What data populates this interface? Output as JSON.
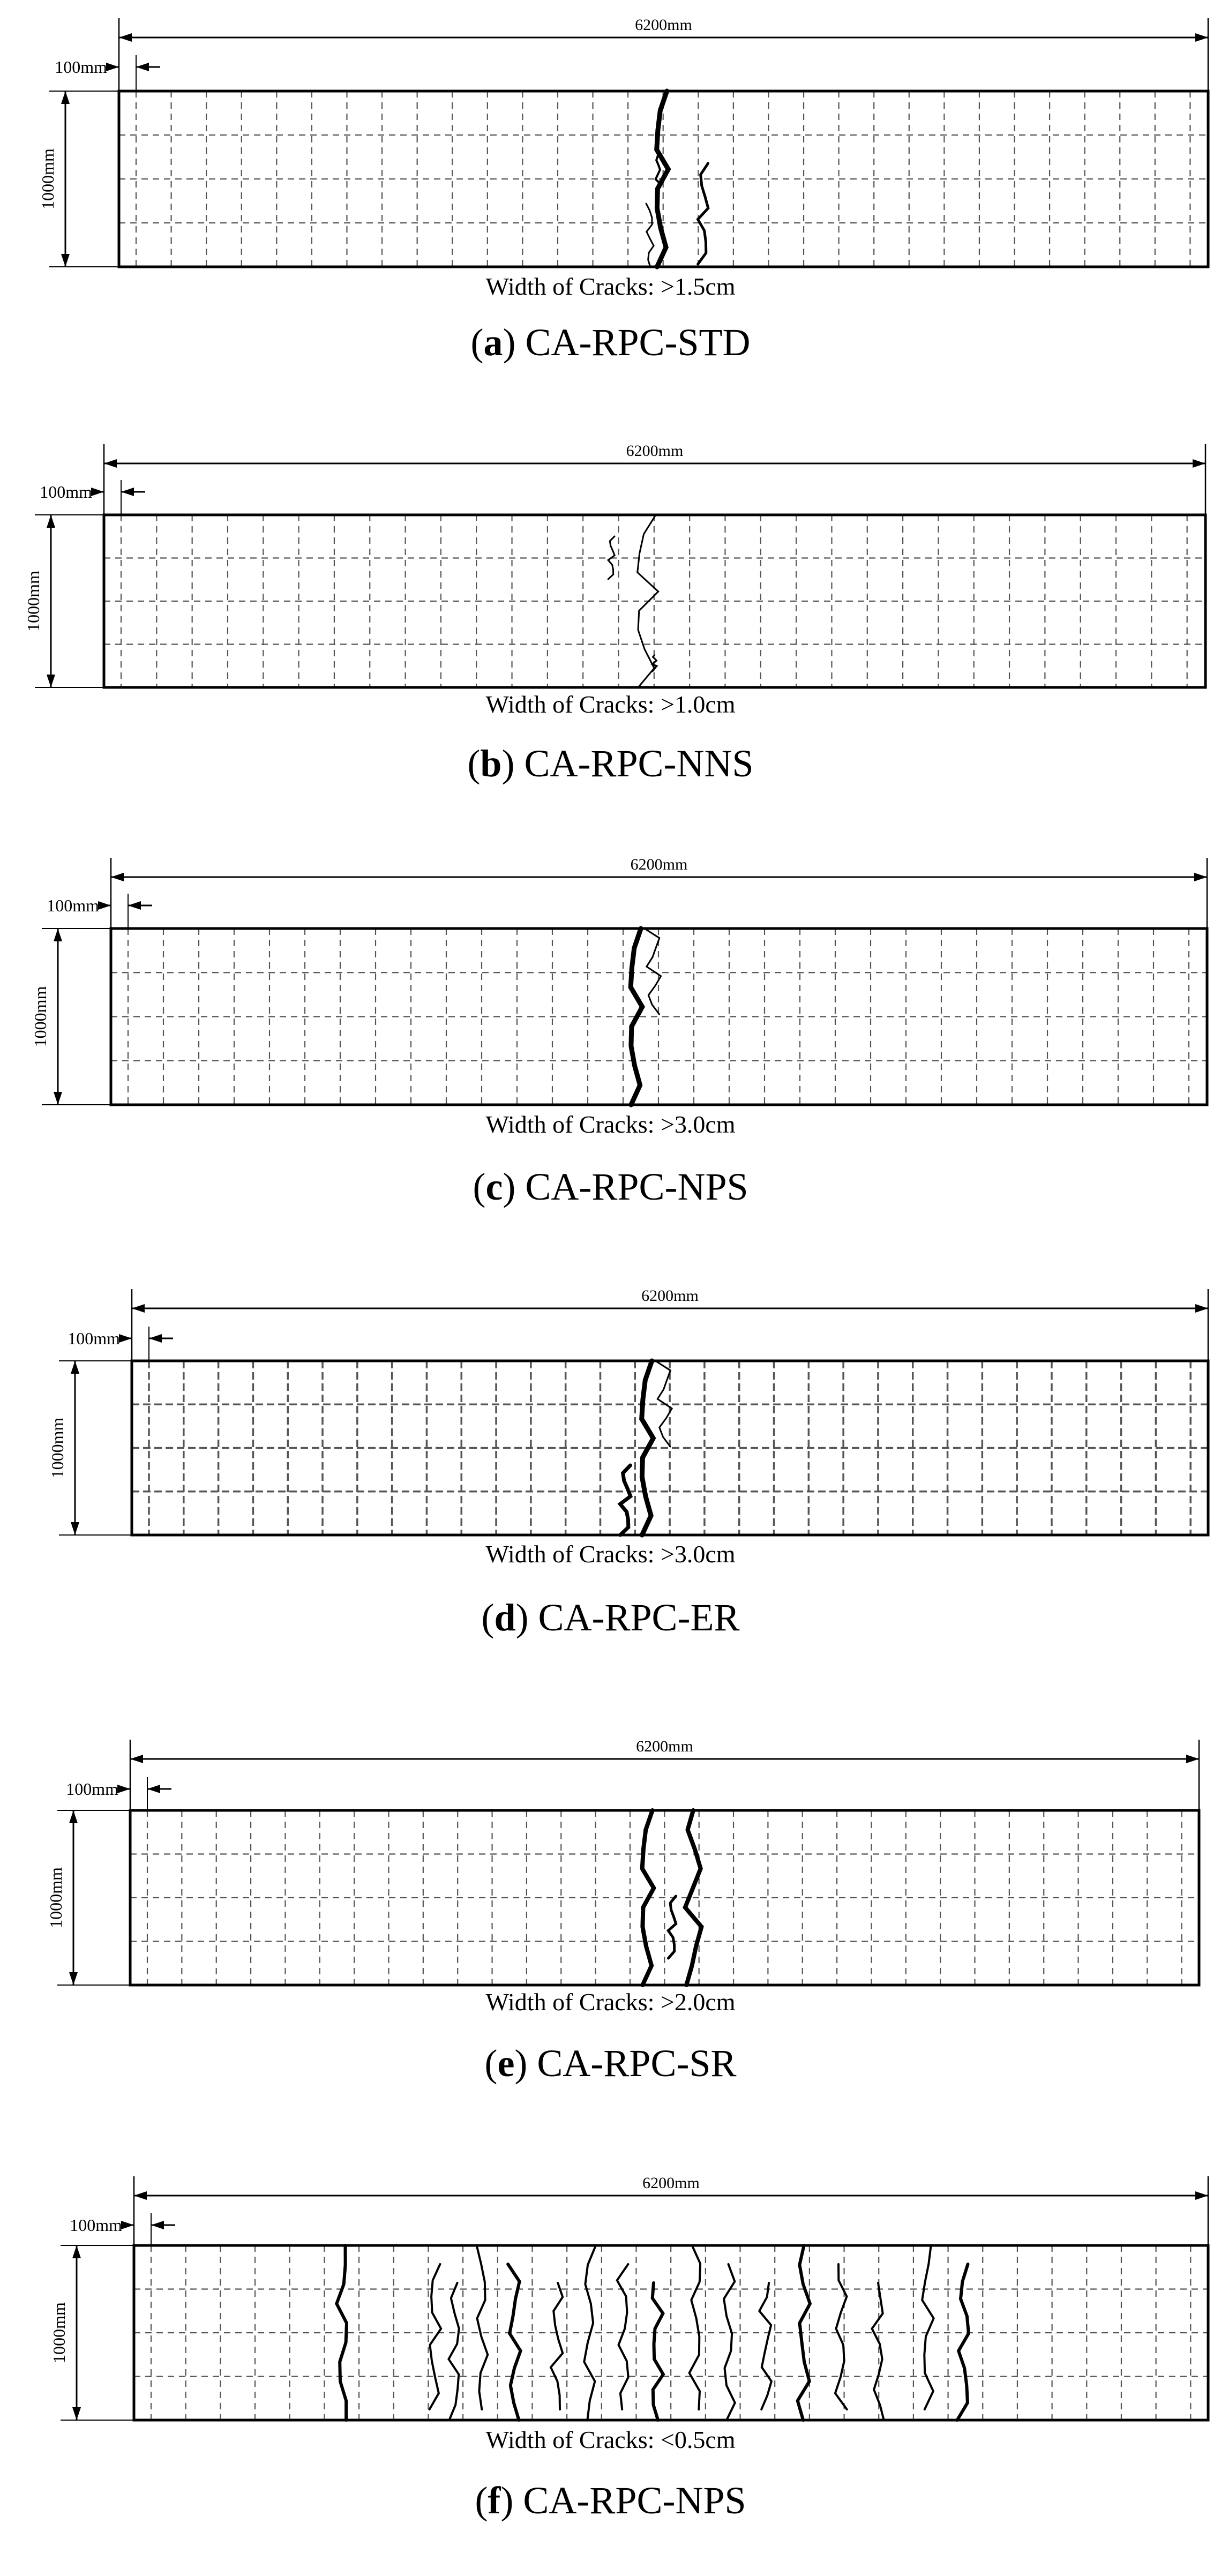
{
  "panels": [
    {
      "letter": "a",
      "name": "CA-RPC-STD",
      "length_label": "6200mm",
      "offset_label": "100mm",
      "height_label": "1000mm",
      "crack_width": "Width of Cracks: >1.5cm",
      "crack_style": "few-wide"
    },
    {
      "letter": "b",
      "name": "CA-RPC-NNS",
      "length_label": "6200mm",
      "offset_label": "100mm",
      "height_label": "1000mm",
      "crack_width": "Width of Cracks: >1.0cm",
      "crack_style": "single-thin"
    },
    {
      "letter": "c",
      "name": "CA-RPC-NPS",
      "length_label": "6200mm",
      "offset_label": "100mm",
      "height_label": "1000mm",
      "crack_width": "Width of Cracks: >3.0cm",
      "crack_style": "single-bold"
    },
    {
      "letter": "d",
      "name": "CA-RPC-ER",
      "length_label": "6200mm",
      "offset_label": "100mm",
      "height_label": "1000mm",
      "crack_width": "Width of Cracks: >3.0cm",
      "crack_style": "single-bold"
    },
    {
      "letter": "e",
      "name": "CA-RPC-SR",
      "length_label": "6200mm",
      "offset_label": "100mm",
      "height_label": "1000mm",
      "crack_width": "Width of Cracks: >2.0cm",
      "crack_style": "double-bold"
    },
    {
      "letter": "f",
      "name": "CA-RPC-NPS",
      "length_label": "6200mm",
      "offset_label": "100mm",
      "height_label": "1000mm",
      "crack_width": "Width of Cracks: <0.5cm",
      "crack_style": "many-distributed"
    }
  ],
  "grid": {
    "columns": 31,
    "rows": 4
  },
  "colors": {
    "line": "#000000",
    "grid": "#555555",
    "background": "#ffffff"
  }
}
